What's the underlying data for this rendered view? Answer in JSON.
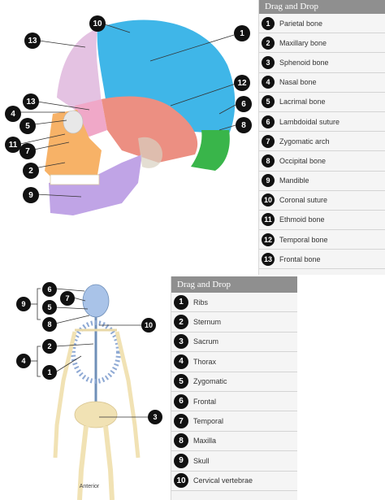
{
  "skull_panel": {
    "title": "Drag and Drop",
    "options": [
      {
        "num": "1",
        "label": "Parietal bone"
      },
      {
        "num": "2",
        "label": "Maxillary bone"
      },
      {
        "num": "3",
        "label": "Sphenoid bone"
      },
      {
        "num": "4",
        "label": "Nasal bone"
      },
      {
        "num": "5",
        "label": "Lacrimal bone"
      },
      {
        "num": "6",
        "label": "Lambdoidal suture"
      },
      {
        "num": "7",
        "label": "Zygomatic arch"
      },
      {
        "num": "8",
        "label": "Occipital bone"
      },
      {
        "num": "9",
        "label": "Mandible"
      },
      {
        "num": "10",
        "label": "Coronal suture"
      },
      {
        "num": "11",
        "label": "Ethmoid bone"
      },
      {
        "num": "12",
        "label": "Temporal bone"
      },
      {
        "num": "13",
        "label": "Frontal bone"
      }
    ],
    "markers": [
      "10",
      "13",
      "1",
      "12",
      "13",
      "4",
      "5",
      "11",
      "7",
      "2",
      "9",
      "6",
      "8"
    ]
  },
  "skeleton_panel": {
    "title": "Drag and Drop",
    "caption": "Anterior",
    "options": [
      {
        "num": "1",
        "label": "Ribs"
      },
      {
        "num": "2",
        "label": "Sternum"
      },
      {
        "num": "3",
        "label": "Sacrum"
      },
      {
        "num": "4",
        "label": "Thorax"
      },
      {
        "num": "5",
        "label": "Zygomatic"
      },
      {
        "num": "6",
        "label": "Frontal"
      },
      {
        "num": "7",
        "label": "Temporal"
      },
      {
        "num": "8",
        "label": "Maxilla"
      },
      {
        "num": "9",
        "label": "Skull"
      },
      {
        "num": "10",
        "label": "Cervical vertebrae"
      }
    ],
    "markers": [
      "6",
      "7",
      "9",
      "5",
      "8",
      "10",
      "2",
      "4",
      "1",
      "3"
    ]
  },
  "colors": {
    "parietal": "#3fb6e8",
    "frontal": "#e4c2e2",
    "temporal": "#ec8f82",
    "sphenoid": "#f0a8c8",
    "occipital": "#39b54a",
    "maxilla": "#f7b267",
    "mandible": "#c0a4e6",
    "bone": "#f1e2b4",
    "skeleton_blue": "#a9c3e8",
    "marker": "#111111"
  }
}
